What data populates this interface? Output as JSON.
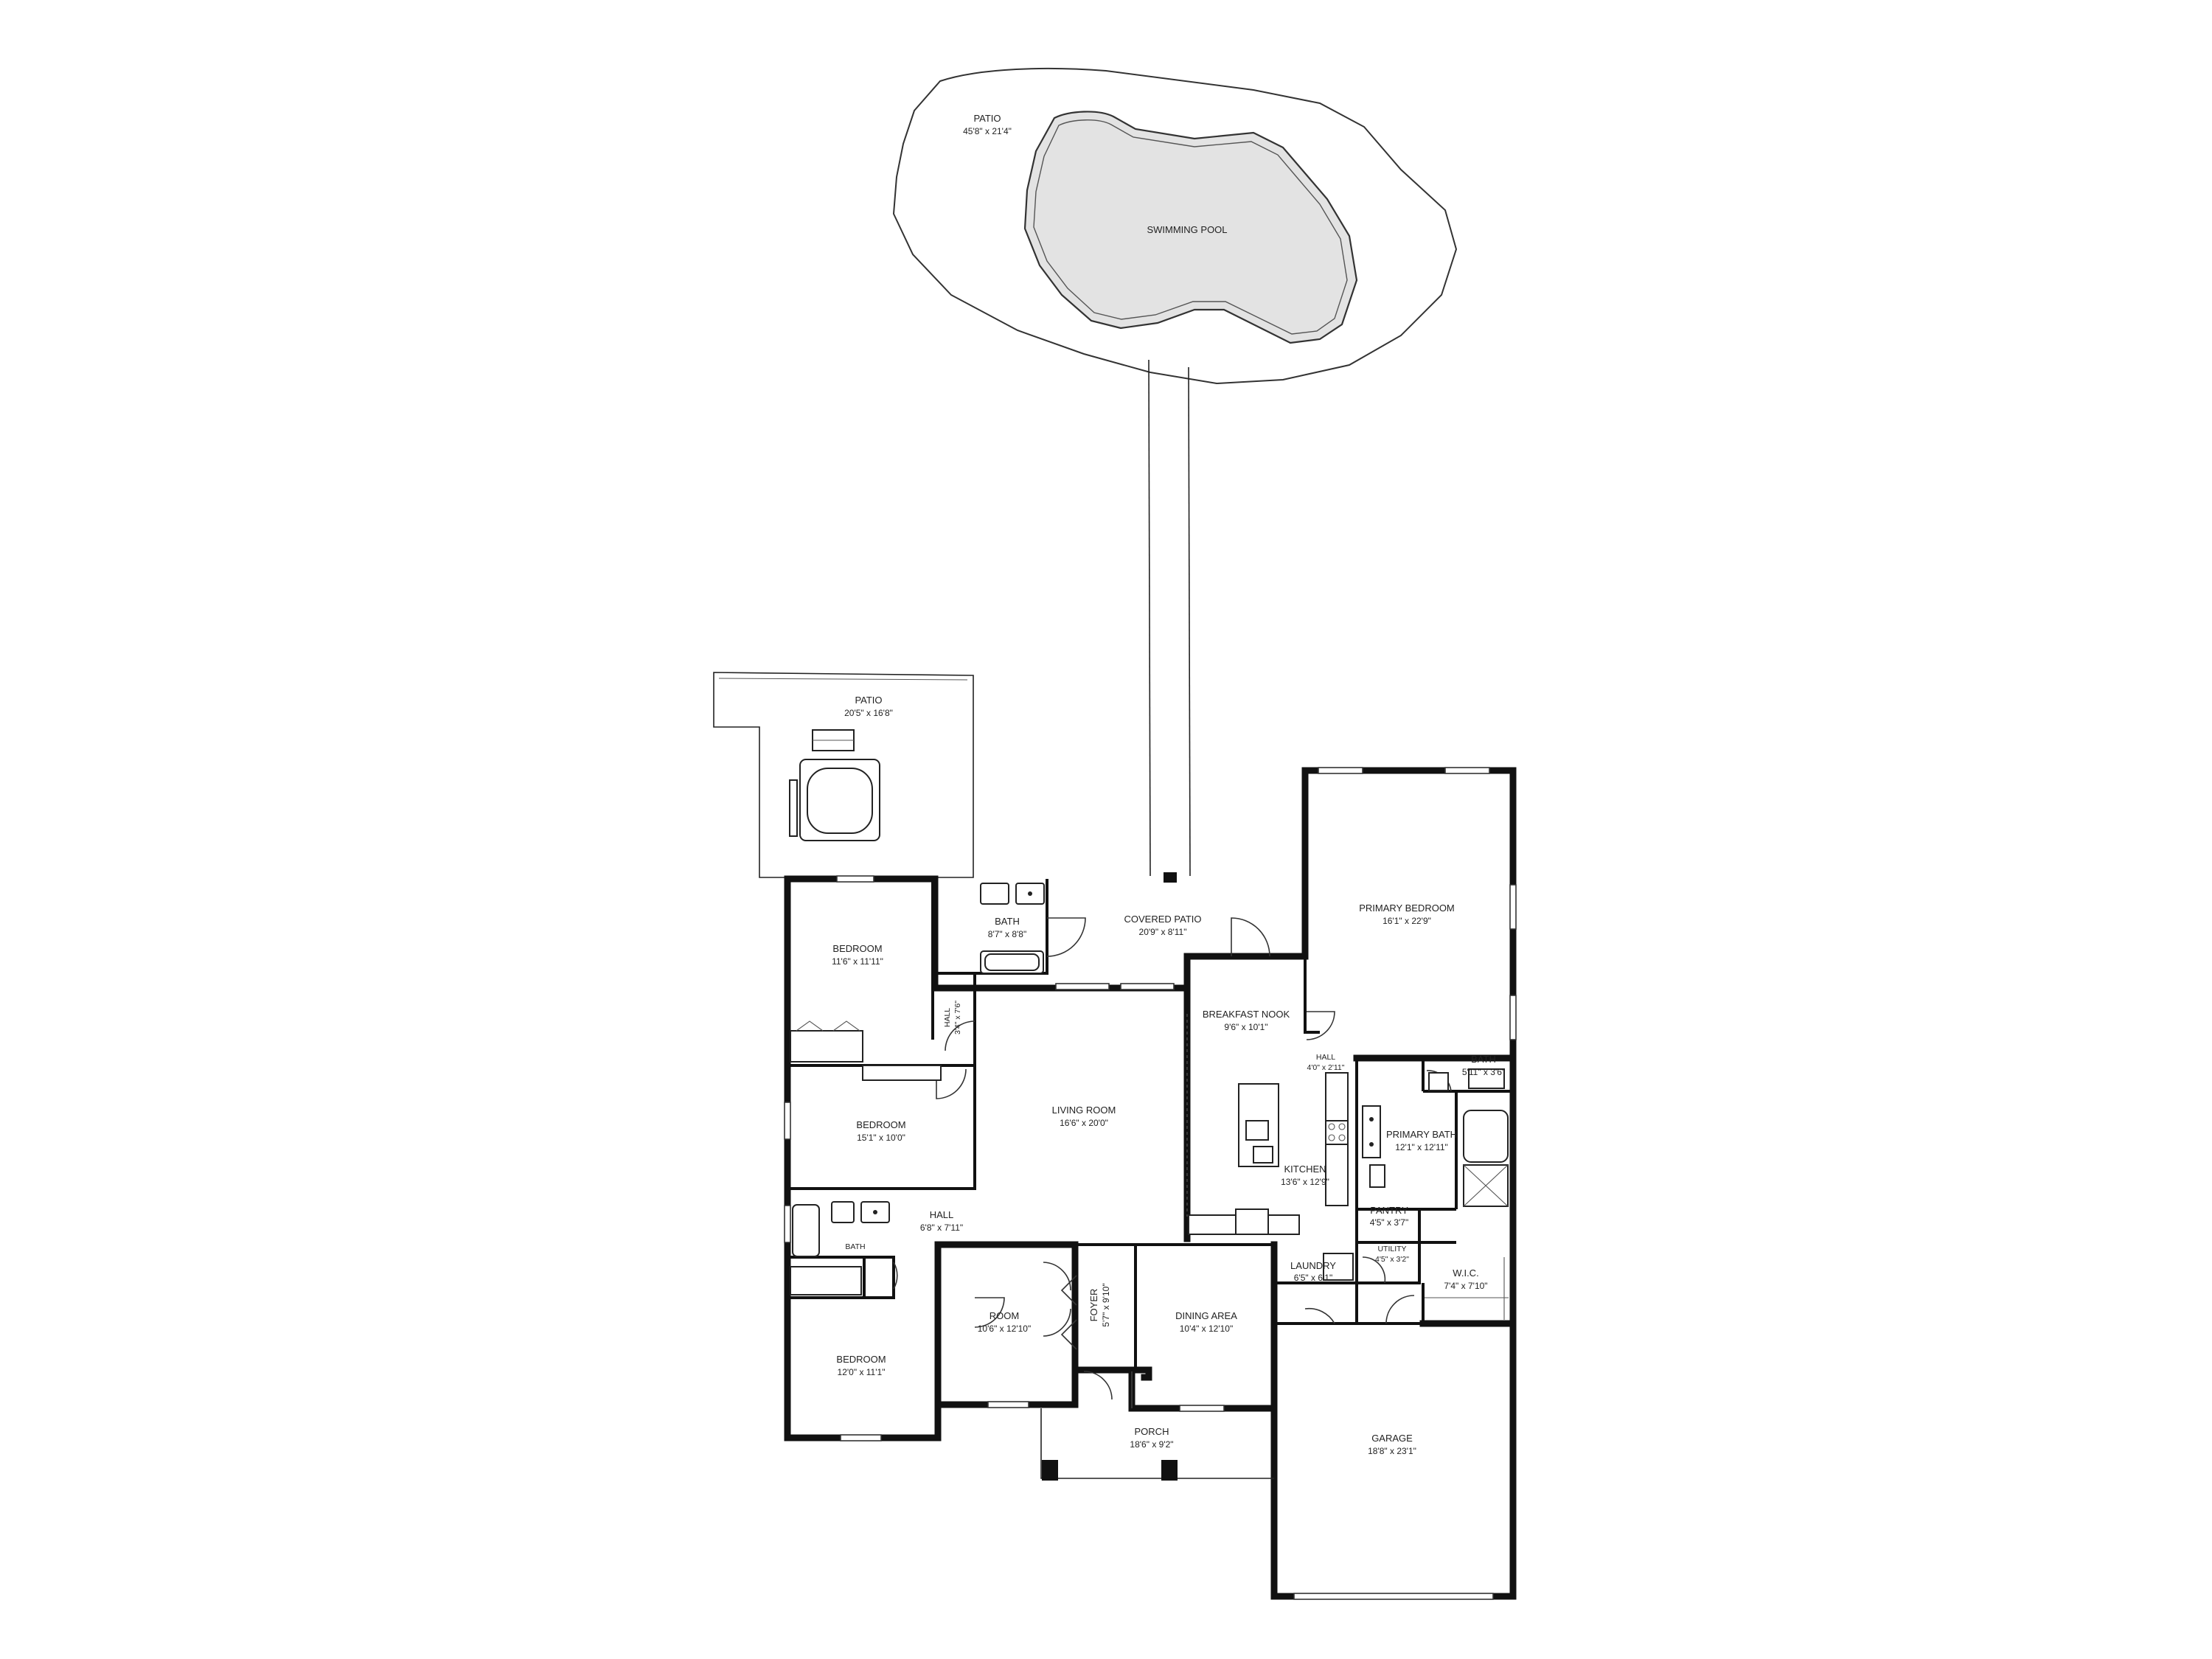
{
  "rooms": {
    "patio_pool": {
      "name": "PATIO",
      "dims": "45'8\" x 21'4\""
    },
    "swimming_pool": {
      "name": "SWIMMING POOL"
    },
    "patio_side": {
      "name": "PATIO",
      "dims": "20'5\" x 16'8\""
    },
    "covered_patio": {
      "name": "COVERED PATIO",
      "dims": "20'9\" x 8'11\""
    },
    "primary_bedroom": {
      "name": "PRIMARY BEDROOM",
      "dims": "16'1\" x 22'9\""
    },
    "bedroom_1": {
      "name": "BEDROOM",
      "dims": "11'6\" x 11'11\""
    },
    "bath_1": {
      "name": "BATH",
      "dims": "8'7\" x 8'8\""
    },
    "hall_small": {
      "name": "HALL",
      "dims": "3'4\" x 7'6\""
    },
    "breakfast_nook": {
      "name": "BREAKFAST NOOK",
      "dims": "9'6\" x 10'1\""
    },
    "hall_nook": {
      "name": "HALL",
      "dims": "4'0\" x 2'11\""
    },
    "bath_primary_wc": {
      "name": "BATH",
      "dims": "5'11\" x 3'6\""
    },
    "bedroom_2": {
      "name": "BEDROOM",
      "dims": "15'1\" x 10'0\""
    },
    "living_room": {
      "name": "LIVING ROOM",
      "dims": "16'6\" x 20'0\""
    },
    "primary_bath": {
      "name": "PRIMARY BATH",
      "dims": "12'1\" x 12'11\""
    },
    "kitchen": {
      "name": "KITCHEN",
      "dims": "13'6\" x 12'9\""
    },
    "pantry": {
      "name": "PANTRY",
      "dims": "4'5\" x 3'7\""
    },
    "utility": {
      "name": "UTILITY",
      "dims": "4'5\" x 3'2\""
    },
    "hall_main": {
      "name": "HALL",
      "dims": "6'8\" x 7'11\""
    },
    "bath_2": {
      "name": "BATH"
    },
    "laundry": {
      "name": "LAUNDRY",
      "dims": "6'5\" x 6'1\""
    },
    "wic": {
      "name": "W.I.C.",
      "dims": "7'4\" x 7'10\""
    },
    "room": {
      "name": "ROOM",
      "dims": "10'6\" x 12'10\""
    },
    "foyer": {
      "name": "FOYER",
      "dims": "5'7\" x 9'10\""
    },
    "dining_area": {
      "name": "DINING AREA",
      "dims": "10'4\" x 12'10\""
    },
    "bedroom_3": {
      "name": "BEDROOM",
      "dims": "12'0\" x 11'1\""
    },
    "porch": {
      "name": "PORCH",
      "dims": "18'6\" x 9'2\""
    },
    "garage": {
      "name": "GARAGE",
      "dims": "18'8\" x 23'1\""
    }
  }
}
